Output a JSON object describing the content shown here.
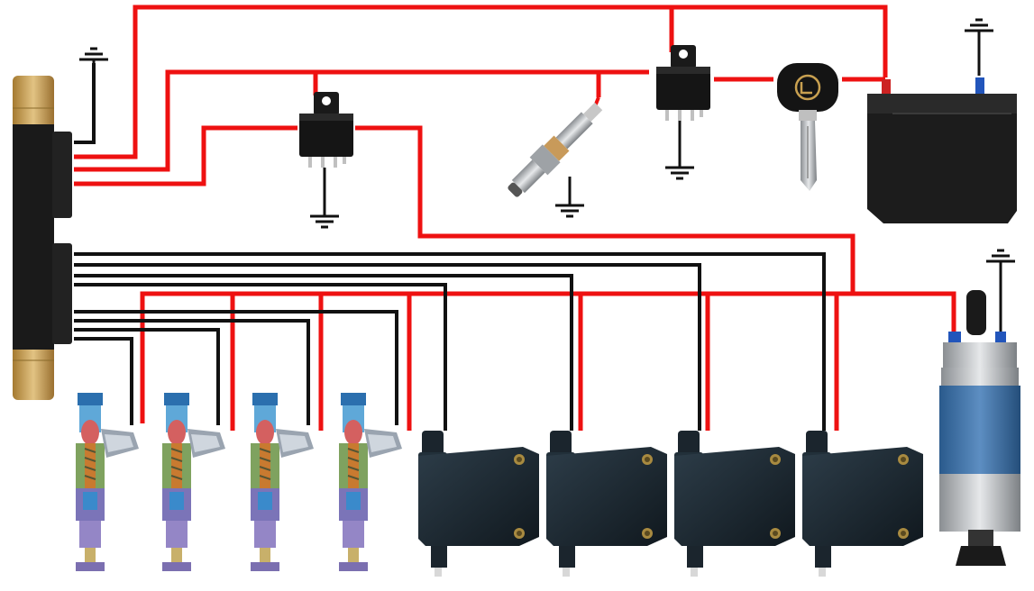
{
  "diagram": {
    "kind": "EFI wiring diagram",
    "components": [
      {
        "id": "ecu",
        "icon": "ecu-unit-icon"
      },
      {
        "id": "main-relay",
        "icon": "relay-icon"
      },
      {
        "id": "fuel-pump-relay",
        "icon": "relay-icon"
      },
      {
        "id": "oxygen-sensor",
        "icon": "oxygen-sensor-icon"
      },
      {
        "id": "ignition-key",
        "icon": "car-key-icon"
      },
      {
        "id": "battery",
        "icon": "battery-icon"
      },
      {
        "id": "fuel-pump",
        "icon": "fuel-pump-icon"
      },
      {
        "id": "fuel-injectors",
        "icon": "fuel-injector-icon",
        "count": 4
      },
      {
        "id": "ignition-coils",
        "icon": "ignition-coil-icon",
        "count": 4
      },
      {
        "id": "ground-symbols",
        "icon": "ground-symbol-icon",
        "count": 6
      }
    ],
    "wire_colors": {
      "power": "#ee1111",
      "signal": "#111111"
    },
    "component_colors": {
      "ecu_gold": "#c9a15a",
      "ecu_black": "#1a1a1a",
      "relay_body": "#151515",
      "battery_body": "#1c1c1c",
      "battery_positive": "#cc2222",
      "battery_negative": "#2255bb",
      "fuel_pump_body": "#3a6fa8",
      "fuel_pump_metal": "#b8bcc0",
      "coil_body": "#1e2a33",
      "injector_body": "#5fa8d8"
    }
  }
}
